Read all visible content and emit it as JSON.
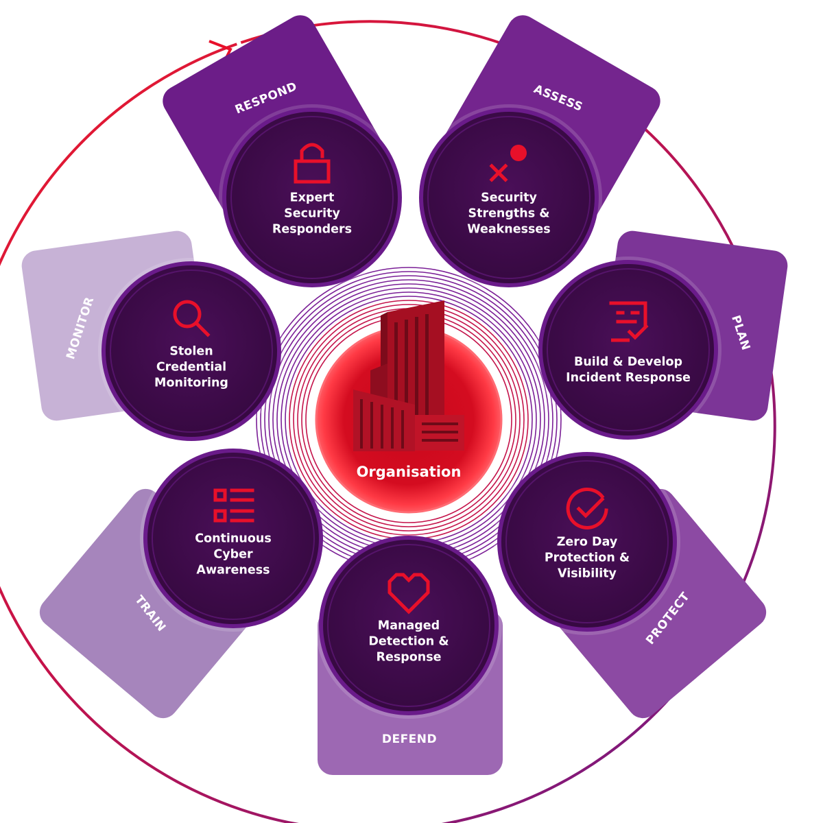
{
  "center": {
    "label": "Organisation",
    "icon": "building-icon"
  },
  "colors": {
    "accent": "#e8102a",
    "circle_fill": "#3d0a47",
    "circle_ring": "#6a1b8a",
    "tab_dark": "#6b1f86",
    "tab_light": "#b49ac6"
  },
  "stages": [
    {
      "id": "respond",
      "tab": "RESPOND",
      "icon": "padlock-icon",
      "lines": [
        "Expert",
        "Security",
        "Responders"
      ]
    },
    {
      "id": "assess",
      "tab": "ASSESS",
      "icon": "cross-dot-icon",
      "lines": [
        "Security",
        "Strengths &",
        "Weaknesses"
      ]
    },
    {
      "id": "plan",
      "tab": "PLAN",
      "icon": "checklist-note-icon",
      "lines": [
        "Build & Develop",
        "Incident Response"
      ]
    },
    {
      "id": "protect",
      "tab": "PROTECT",
      "icon": "check-circle-icon",
      "lines": [
        "Zero Day",
        "Protection &",
        "Visibility"
      ]
    },
    {
      "id": "defend",
      "tab": "DEFEND",
      "icon": "heart-icon",
      "lines": [
        "Managed",
        "Detection &",
        "Response"
      ]
    },
    {
      "id": "train",
      "tab": "TRAIN",
      "icon": "list-icon",
      "lines": [
        "Continuous",
        "Cyber",
        "Awareness"
      ]
    },
    {
      "id": "monitor",
      "tab": "MONITOR",
      "icon": "magnifier-icon",
      "lines": [
        "Stolen",
        "Credential",
        "Monitoring"
      ]
    }
  ]
}
